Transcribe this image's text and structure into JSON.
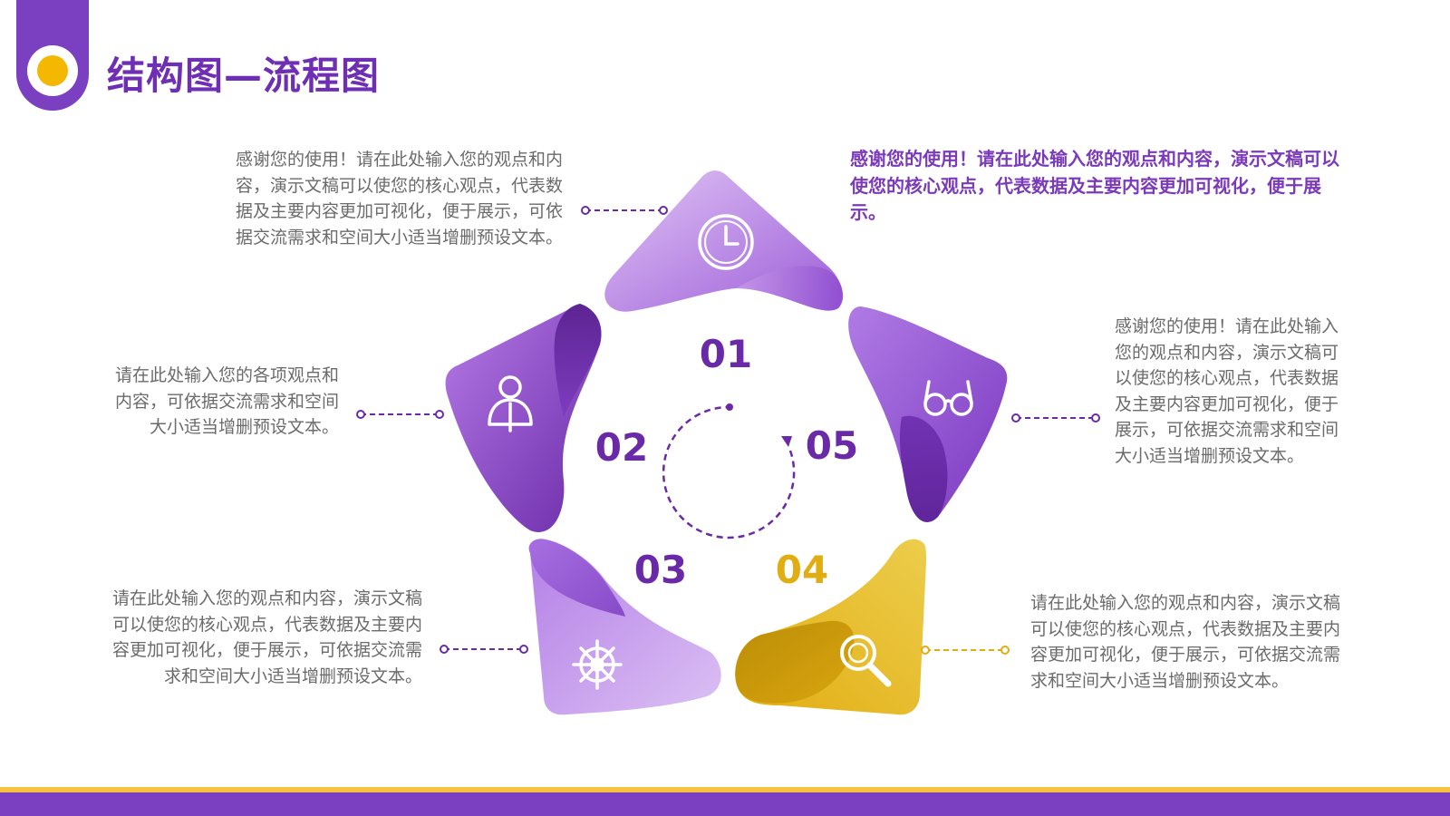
{
  "header": {
    "title": "结构图—流程图"
  },
  "steps": [
    {
      "number": "01",
      "icon": "clock-icon",
      "text": "感谢您的使用！请在此处输入您的观点和内容，演示文稿可以使您的核心观点，代表数据及主要内容更加可视化，便于展示，可依据交流需求和空间大小适当增删预设文本。"
    },
    {
      "number": "02",
      "icon": "person-icon",
      "text": "请在此处输入您的各项观点和内容，可依据交流需求和空间大小适当增删预设文本。"
    },
    {
      "number": "03",
      "icon": "ship-wheel-icon",
      "text": "请在此处输入您的观点和内容，演示文稿可以使您的核心观点，代表数据及主要内容更加可视化，便于展示，可依据交流需求和空间大小适当增删预设文本。"
    },
    {
      "number": "04",
      "icon": "magnifier-icon",
      "text": "请在此处输入您的观点和内容，演示文稿可以使您的核心观点，代表数据及主要内容更加可视化，便于展示，可依据交流需求和空间大小适当增删预设文本。"
    },
    {
      "number": "05",
      "icon": "glasses-icon",
      "text": "感谢您的使用！请在此处输入您的观点和内容，演示文稿可以使您的核心观点，代表数据及主要内容更加可视化，便于展示，可依据交流需求和空间大小适当增删预设文本。"
    }
  ],
  "highlight": {
    "text": "感谢您的使用！请在此处输入您的观点和内容，演示文稿可以使您的核心观点，代表数据及主要内容更加可视化，便于展示。"
  },
  "colors": {
    "purple_dark": "#6a2aa8",
    "purple_mid": "#9b59d6",
    "purple_light": "#d3b0ee",
    "gold": "#e8b81d",
    "gold_dark": "#c99a0a",
    "text_gray": "#6b6b6b"
  }
}
